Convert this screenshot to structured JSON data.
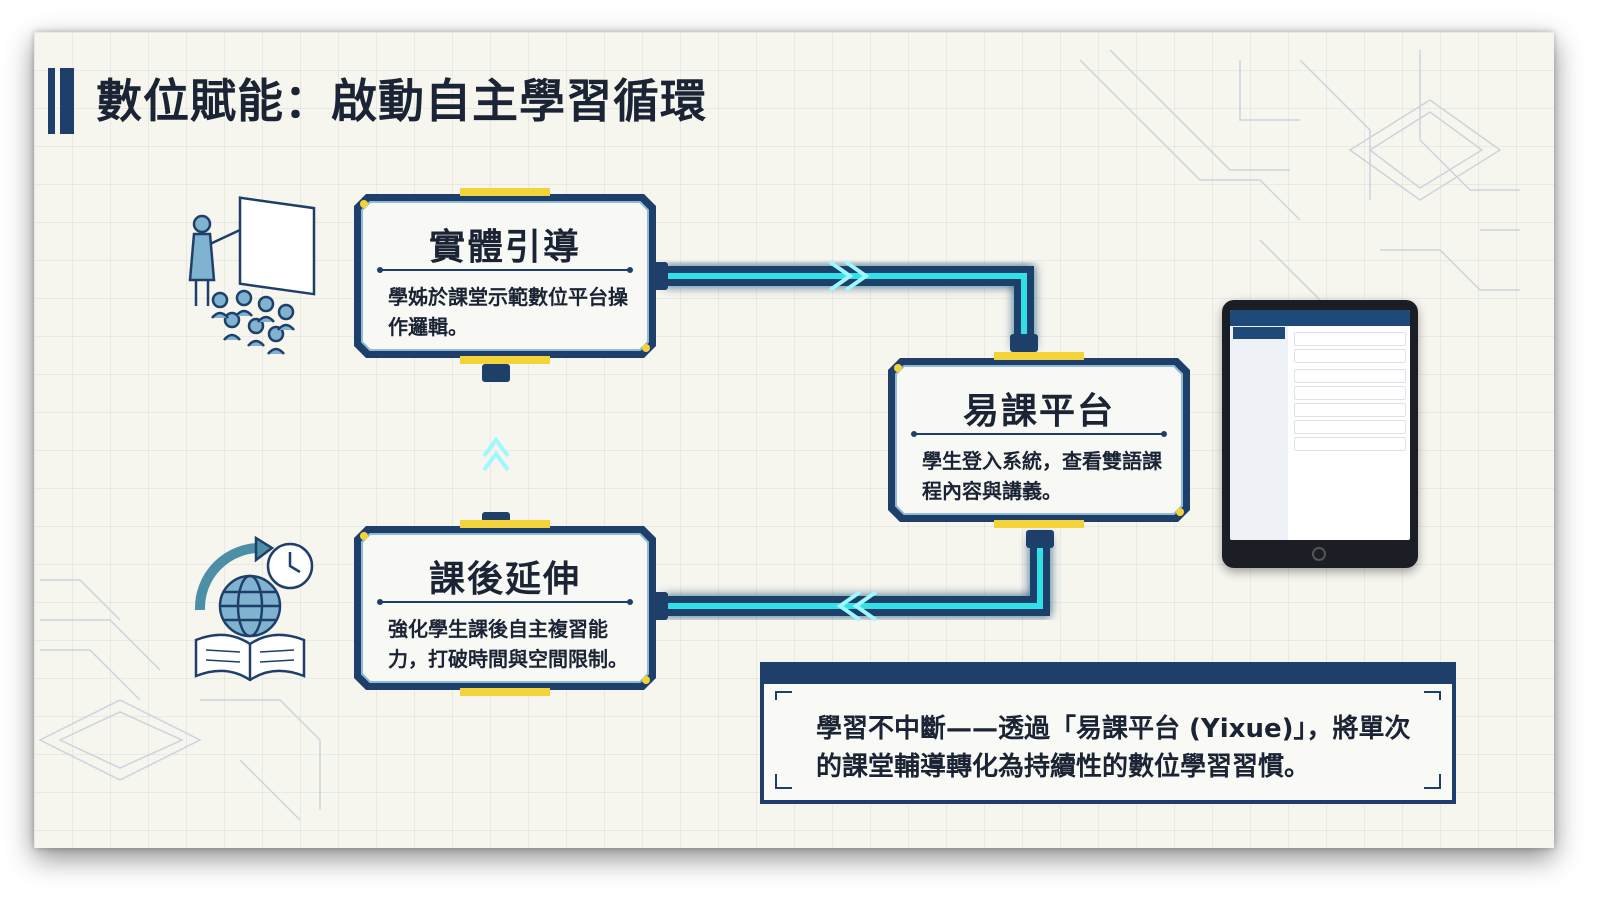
{
  "title": "數位賦能：啟動自主學習循環",
  "cards": [
    {
      "id": "physical",
      "title": "實體引導",
      "desc": "學姊於課堂示範數位平台操作邏輯。"
    },
    {
      "id": "platform",
      "title": "易課平台",
      "desc": "學生登入系統，查看雙語課程內容與講義。"
    },
    {
      "id": "afterclass",
      "title": "課後延伸",
      "desc": "強化學生課後自主複習能力，打破時間與空間限制。"
    }
  ],
  "summary": "學習不中斷——透過「易課平台 (Yixue)」，將單次的課堂輔導轉化為持續性的數位學習習慣。",
  "icons": {
    "teacher": "teacher-classroom-icon",
    "globe": "globe-book-clock-icon",
    "tablet": "tablet-device-icon"
  },
  "colors": {
    "navy": "#1f3f6b",
    "neon": "#33e0e8",
    "yellow": "#f2d43a",
    "background": "#f6f5ee"
  }
}
